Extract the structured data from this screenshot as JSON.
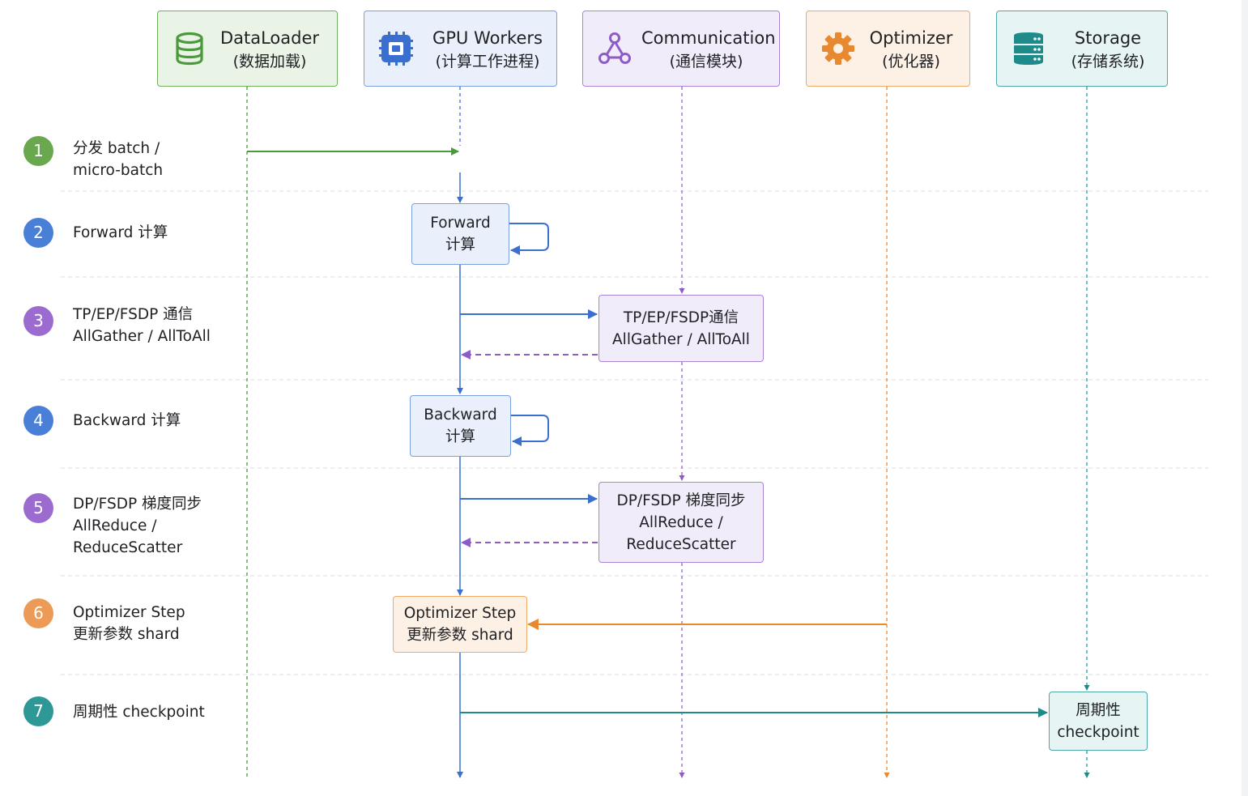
{
  "colors": {
    "dataloader": "#4a9a3c",
    "gpu": "#3a6fd0",
    "comm": "#8e5cc7",
    "optimizer": "#e8892f",
    "storage": "#1e8a8a",
    "divider": "#dadce0"
  },
  "actors": [
    {
      "key": "dataloader",
      "name": "DataLoader",
      "sub": "(数据加载)",
      "icon": "database-icon"
    },
    {
      "key": "gpu",
      "name": "GPU Workers",
      "sub": "(计算工作进程)",
      "icon": "gpu-chip-icon"
    },
    {
      "key": "comm",
      "name": "Communication",
      "sub": "(通信模块)",
      "icon": "network-nodes-icon"
    },
    {
      "key": "optimizer",
      "name": "Optimizer",
      "sub": "(优化器)",
      "icon": "gear-icon"
    },
    {
      "key": "storage",
      "name": "Storage",
      "sub": "(存储系统)",
      "icon": "storage-server-icon"
    }
  ],
  "steps": [
    {
      "num": "1",
      "lines": [
        "分发 batch /",
        "micro-batch"
      ]
    },
    {
      "num": "2",
      "lines": [
        "Forward 计算"
      ]
    },
    {
      "num": "3",
      "lines": [
        "TP/EP/FSDP 通信",
        "AllGather / AllToAll"
      ]
    },
    {
      "num": "4",
      "lines": [
        "Backward 计算"
      ]
    },
    {
      "num": "5",
      "lines": [
        "DP/FSDP 梯度同步",
        "AllReduce /",
        "ReduceScatter"
      ]
    },
    {
      "num": "6",
      "lines": [
        "Optimizer Step",
        "更新参数 shard"
      ]
    },
    {
      "num": "7",
      "lines": [
        "周期性 checkpoint"
      ]
    }
  ],
  "boxes": {
    "forward": [
      "Forward",
      "计算"
    ],
    "comm_tp": [
      "TP/EP/FSDP通信",
      "AllGather / AllToAll"
    ],
    "backward": [
      "Backward",
      "计算"
    ],
    "comm_dp": [
      "DP/FSDP 梯度同步",
      "AllReduce /",
      "ReduceScatter"
    ],
    "optimizer_step": [
      "Optimizer Step",
      "更新参数 shard"
    ],
    "checkpoint": [
      "周期性",
      "checkpoint"
    ]
  }
}
